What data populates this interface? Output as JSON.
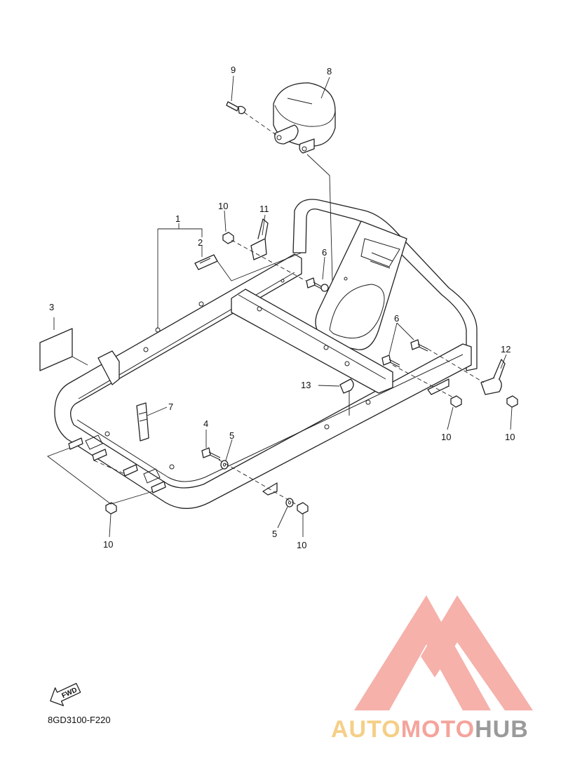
{
  "diagram": {
    "callouts": {
      "c1": "1",
      "c2": "2",
      "c3": "3",
      "c4": "4",
      "c5a": "5",
      "c5b": "5",
      "c6a": "6",
      "c6b": "6",
      "c7": "7",
      "c8": "8",
      "c9": "9",
      "c10a": "10",
      "c10b": "10",
      "c10c": "10",
      "c10d": "10",
      "c10e": "10",
      "c11": "11",
      "c12": "12",
      "c13": "13"
    },
    "fwd_label": "FWD",
    "part_code": "8GD3100-F220"
  },
  "watermark": {
    "part1": "AUTO",
    "part2": "MOTO",
    "part3": "HUB",
    "colors": {
      "auto": "#f5cf87",
      "moto": "#f4a49c",
      "hub": "#9a9a9a",
      "logo": "#f4a49c"
    }
  }
}
